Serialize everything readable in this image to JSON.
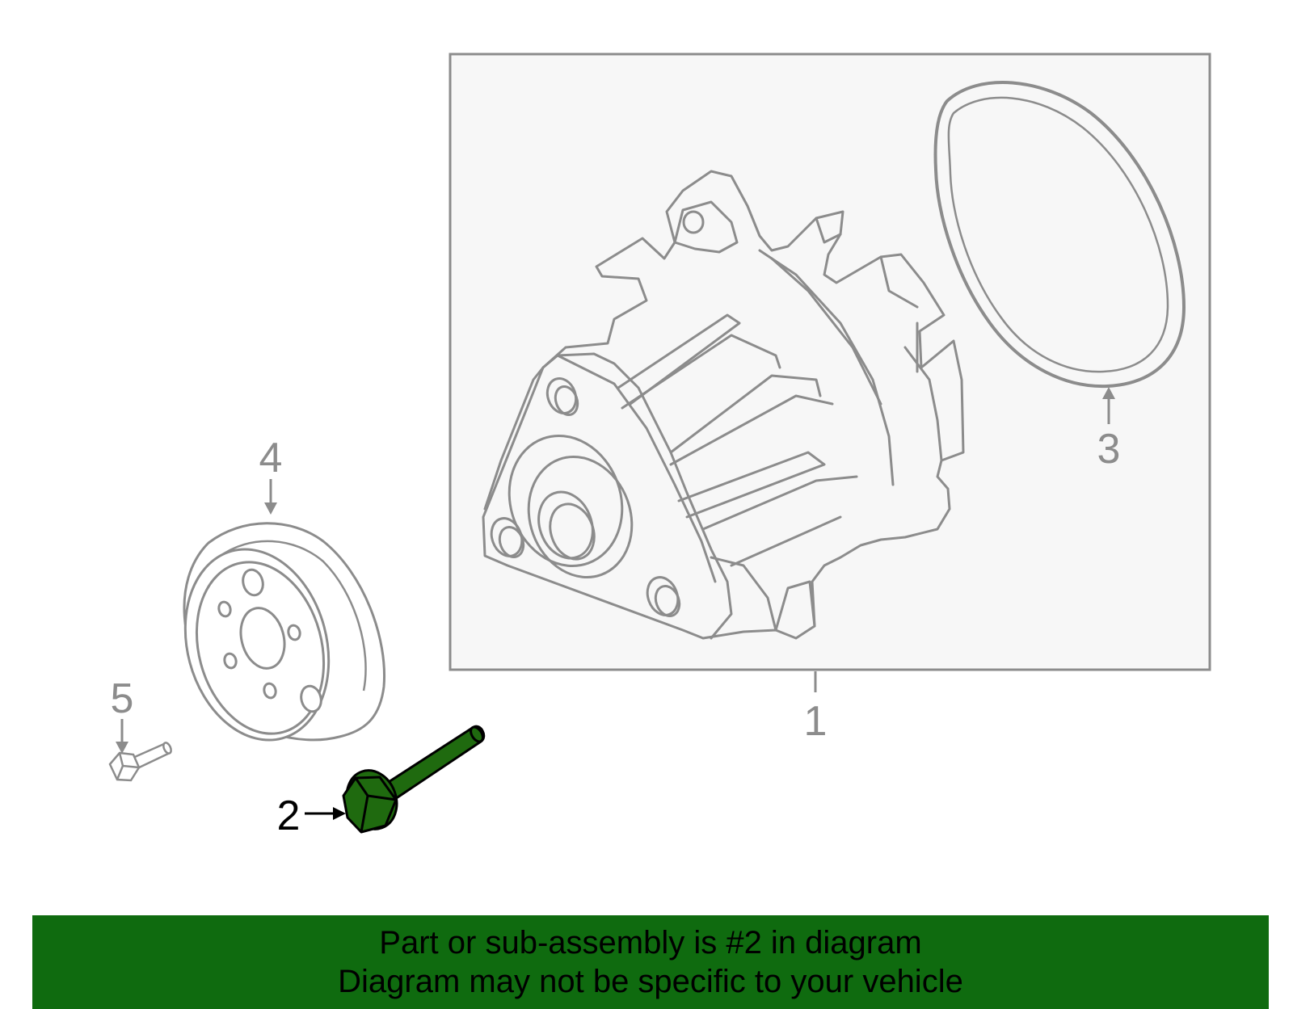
{
  "colors": {
    "line": "#8c8c8c",
    "highlight": "#1f6a0f",
    "highlight_outline": "#000000",
    "assembly_box_fill": "#f7f7f7",
    "banner": "#0f6b0f"
  },
  "parts": [
    {
      "number": "1",
      "name": "water-pump-assembly",
      "highlighted": false
    },
    {
      "number": "2",
      "name": "pump-bolt",
      "highlighted": true
    },
    {
      "number": "3",
      "name": "gasket",
      "highlighted": false
    },
    {
      "number": "4",
      "name": "pulley",
      "highlighted": false
    },
    {
      "number": "5",
      "name": "pulley-bolt",
      "highlighted": false
    }
  ],
  "banner": {
    "line1": "Part or sub-assembly is #2 in diagram",
    "line2": "Diagram may not be specific to your vehicle"
  }
}
